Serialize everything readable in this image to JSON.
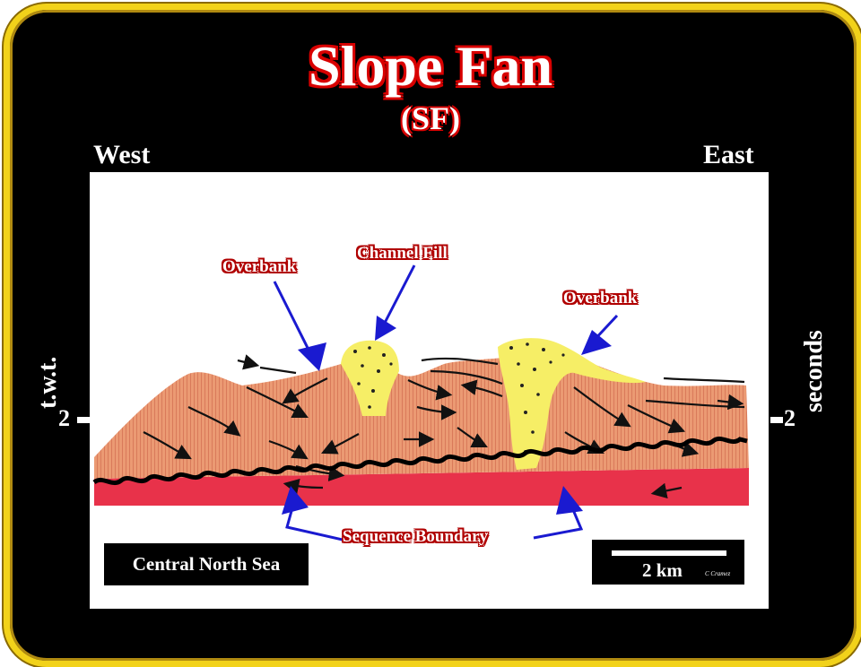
{
  "title": "Slope Fan",
  "subtitle": "(SF)",
  "directions": {
    "west": "West",
    "east": "East"
  },
  "axes": {
    "left_label": "t.w.t.",
    "right_label": "seconds",
    "left_tick": "2",
    "right_tick": "2"
  },
  "labels": {
    "overbank_west": "Overbank",
    "channel_fill": "Channel Fill",
    "overbank_east": "Overbank",
    "sequence_boundary": "Sequence Boundary"
  },
  "location": "Central North Sea",
  "scale": {
    "label": "2 km"
  },
  "credit": "C Cramez",
  "colors": {
    "frame": "#f2d21a",
    "background": "#000000",
    "fan_body": "#eb9a73",
    "channel_fill": "#f6ee66",
    "underlying_unit": "#e8324a",
    "arrows": "#1a1ad0",
    "label_outline": "#b00000"
  }
}
